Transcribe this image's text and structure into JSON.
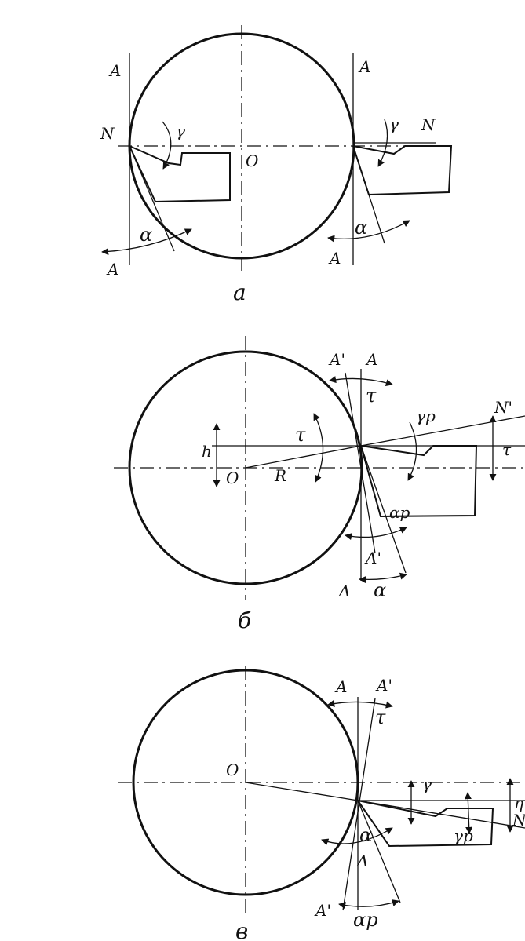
{
  "figure_a": {
    "caption": "а",
    "labels": {
      "A_left_top": "A",
      "A_left_bottom": "A",
      "N_left": "N",
      "gamma_left": "γ",
      "alpha_left": "α",
      "center": "O",
      "A_right_top": "A",
      "A_right_bottom": "A",
      "gamma_right": "γ",
      "N_right": "N",
      "alpha_right": "α"
    }
  },
  "figure_b": {
    "caption": "б",
    "labels": {
      "A_prime_top": "A'",
      "A_top": "A",
      "tau_top": "τ",
      "gamma_p": "γp",
      "N_prime": "N'",
      "tau_right": "τ",
      "tau_mid": "τ",
      "h": "h",
      "center": "O",
      "R": "R",
      "alpha_p": "αp",
      "A_prime_mid": "A'",
      "A_bottom": "A",
      "alpha": "α"
    }
  },
  "figure_c": {
    "caption": "в",
    "labels": {
      "A_top": "A",
      "A_prime_top": "A'",
      "tau_top": "τ",
      "center": "O",
      "gamma": "γ",
      "gamma_p": "γp",
      "eta_right": "η",
      "N_right": "N",
      "alpha": "α",
      "A_mid": "A",
      "A_prime_bottom": "A'",
      "alpha_p": "αp"
    }
  }
}
